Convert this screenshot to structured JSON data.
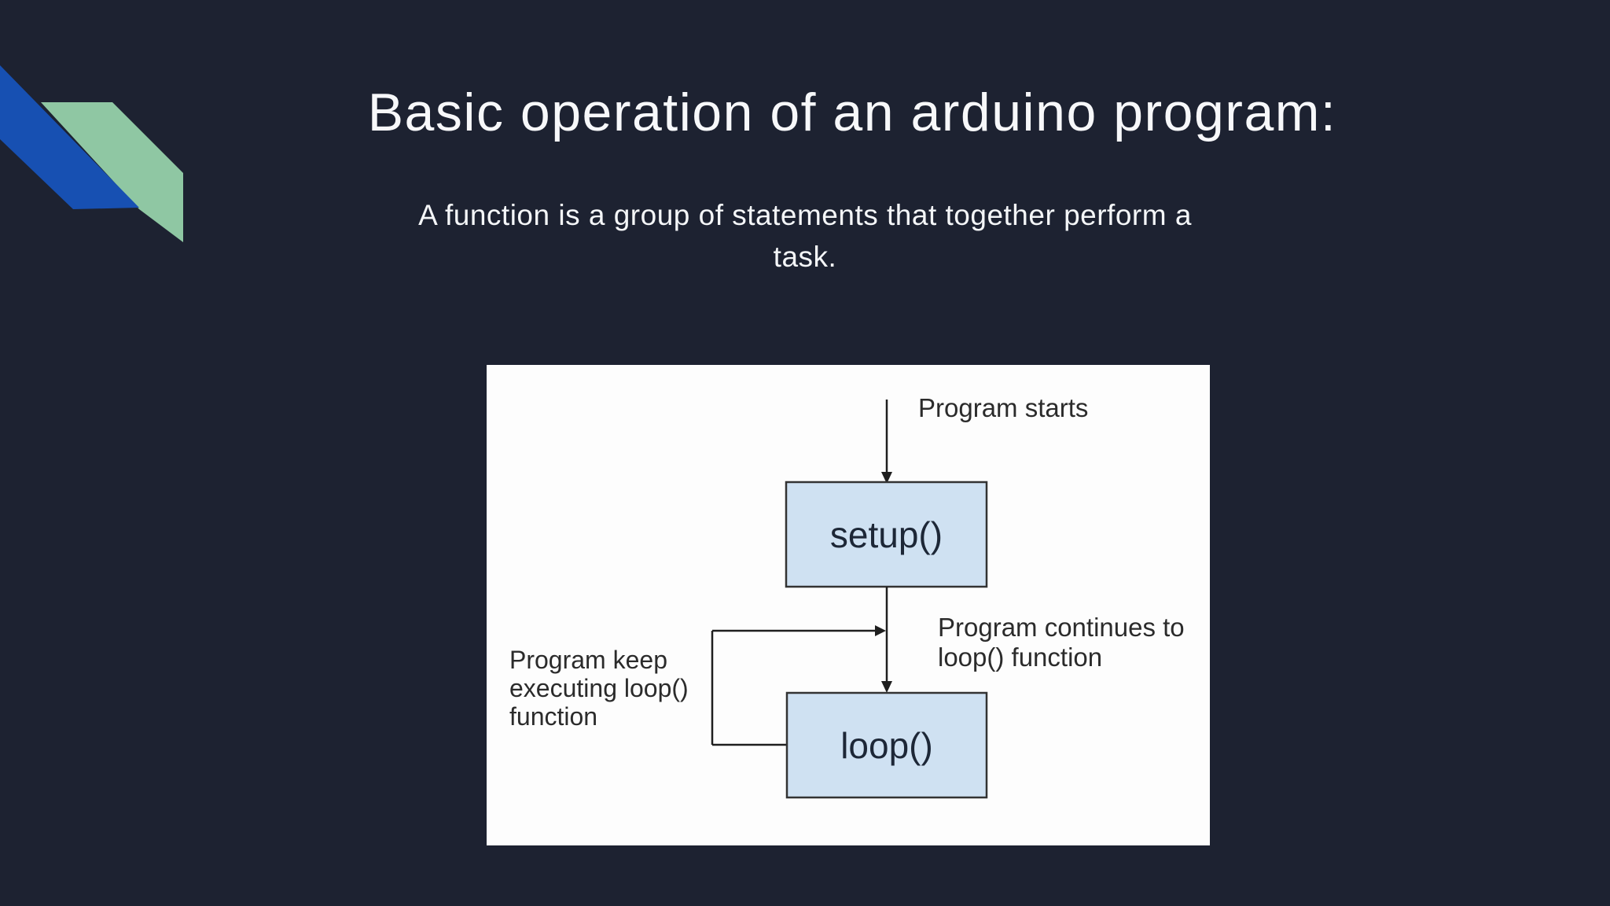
{
  "slide": {
    "title": "Basic operation of an arduino program:",
    "subtitle_line1": "A function is a group of statements that together perform a",
    "subtitle_line2": "task.",
    "colors": {
      "background": "#1d2231",
      "ribbon_blue": "#1750b2",
      "ribbon_green": "#8fc7a3",
      "panel_background": "#fdfdfd",
      "node_fill": "#cfe1f2",
      "node_border": "#333333",
      "connector_line": "#1f1f1f",
      "heading_text": "#f7f8fa",
      "diagram_text": "#2b2b2b"
    }
  },
  "diagram": {
    "labels": {
      "program_starts": "Program starts",
      "continues_line1": "Program continues to",
      "continues_line2": "loop() function",
      "keep_line1": "Program keep",
      "keep_line2": "executing loop()",
      "keep_line3": "function"
    },
    "nodes": {
      "setup": "setup()",
      "loop": "loop()"
    }
  }
}
